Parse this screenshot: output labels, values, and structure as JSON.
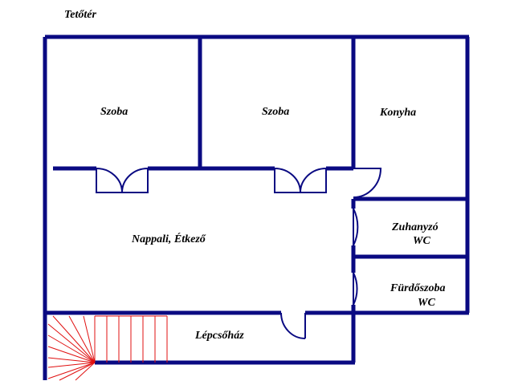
{
  "floor_title": "Tetőtér",
  "rooms": {
    "room_left": "Szoba",
    "room_middle": "Szoba",
    "kitchen": "Konyha",
    "shower_line1": "Zuhanyzó",
    "shower_line2": "WC",
    "bathroom_line1": "Fürdőszoba",
    "bathroom_line2": "WC",
    "living": "Nappali, Étkező",
    "staircase": "Lépcsőház"
  },
  "colors": {
    "wall": "#0a0a82",
    "window": "#a9c4e8",
    "stair": "#e01010",
    "text": "#000000"
  }
}
